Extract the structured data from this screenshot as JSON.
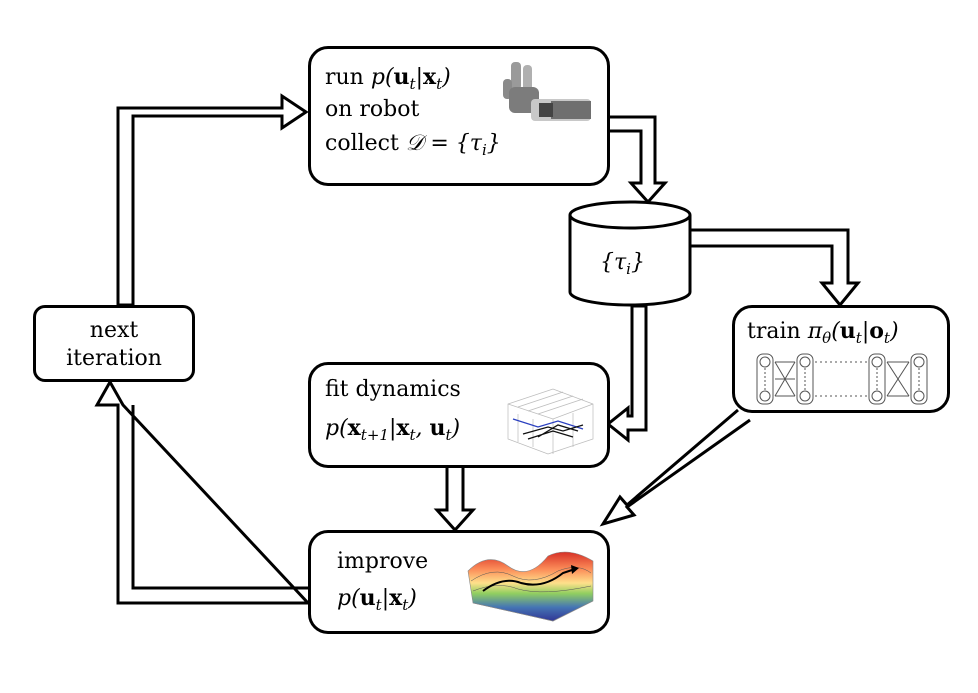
{
  "nodes": {
    "run": {
      "line1_prefix": "run",
      "line2": "on robot",
      "line3_prefix": "collect"
    },
    "dataset": {
      "label": "{τ_i}"
    },
    "train": {
      "prefix": "train"
    },
    "fit": {
      "line1": "fit dynamics"
    },
    "improve": {
      "line1": "improve"
    },
    "next": {
      "line1": "next",
      "line2": "iteration"
    }
  },
  "images": {
    "robot": "robot-hand",
    "dynamics_plot": "dynamics-3d-plot",
    "network": "neural-network",
    "surface_plot": "cost-surface-plot"
  },
  "colors": {
    "stroke": "#000000",
    "fill": "#ffffff"
  }
}
